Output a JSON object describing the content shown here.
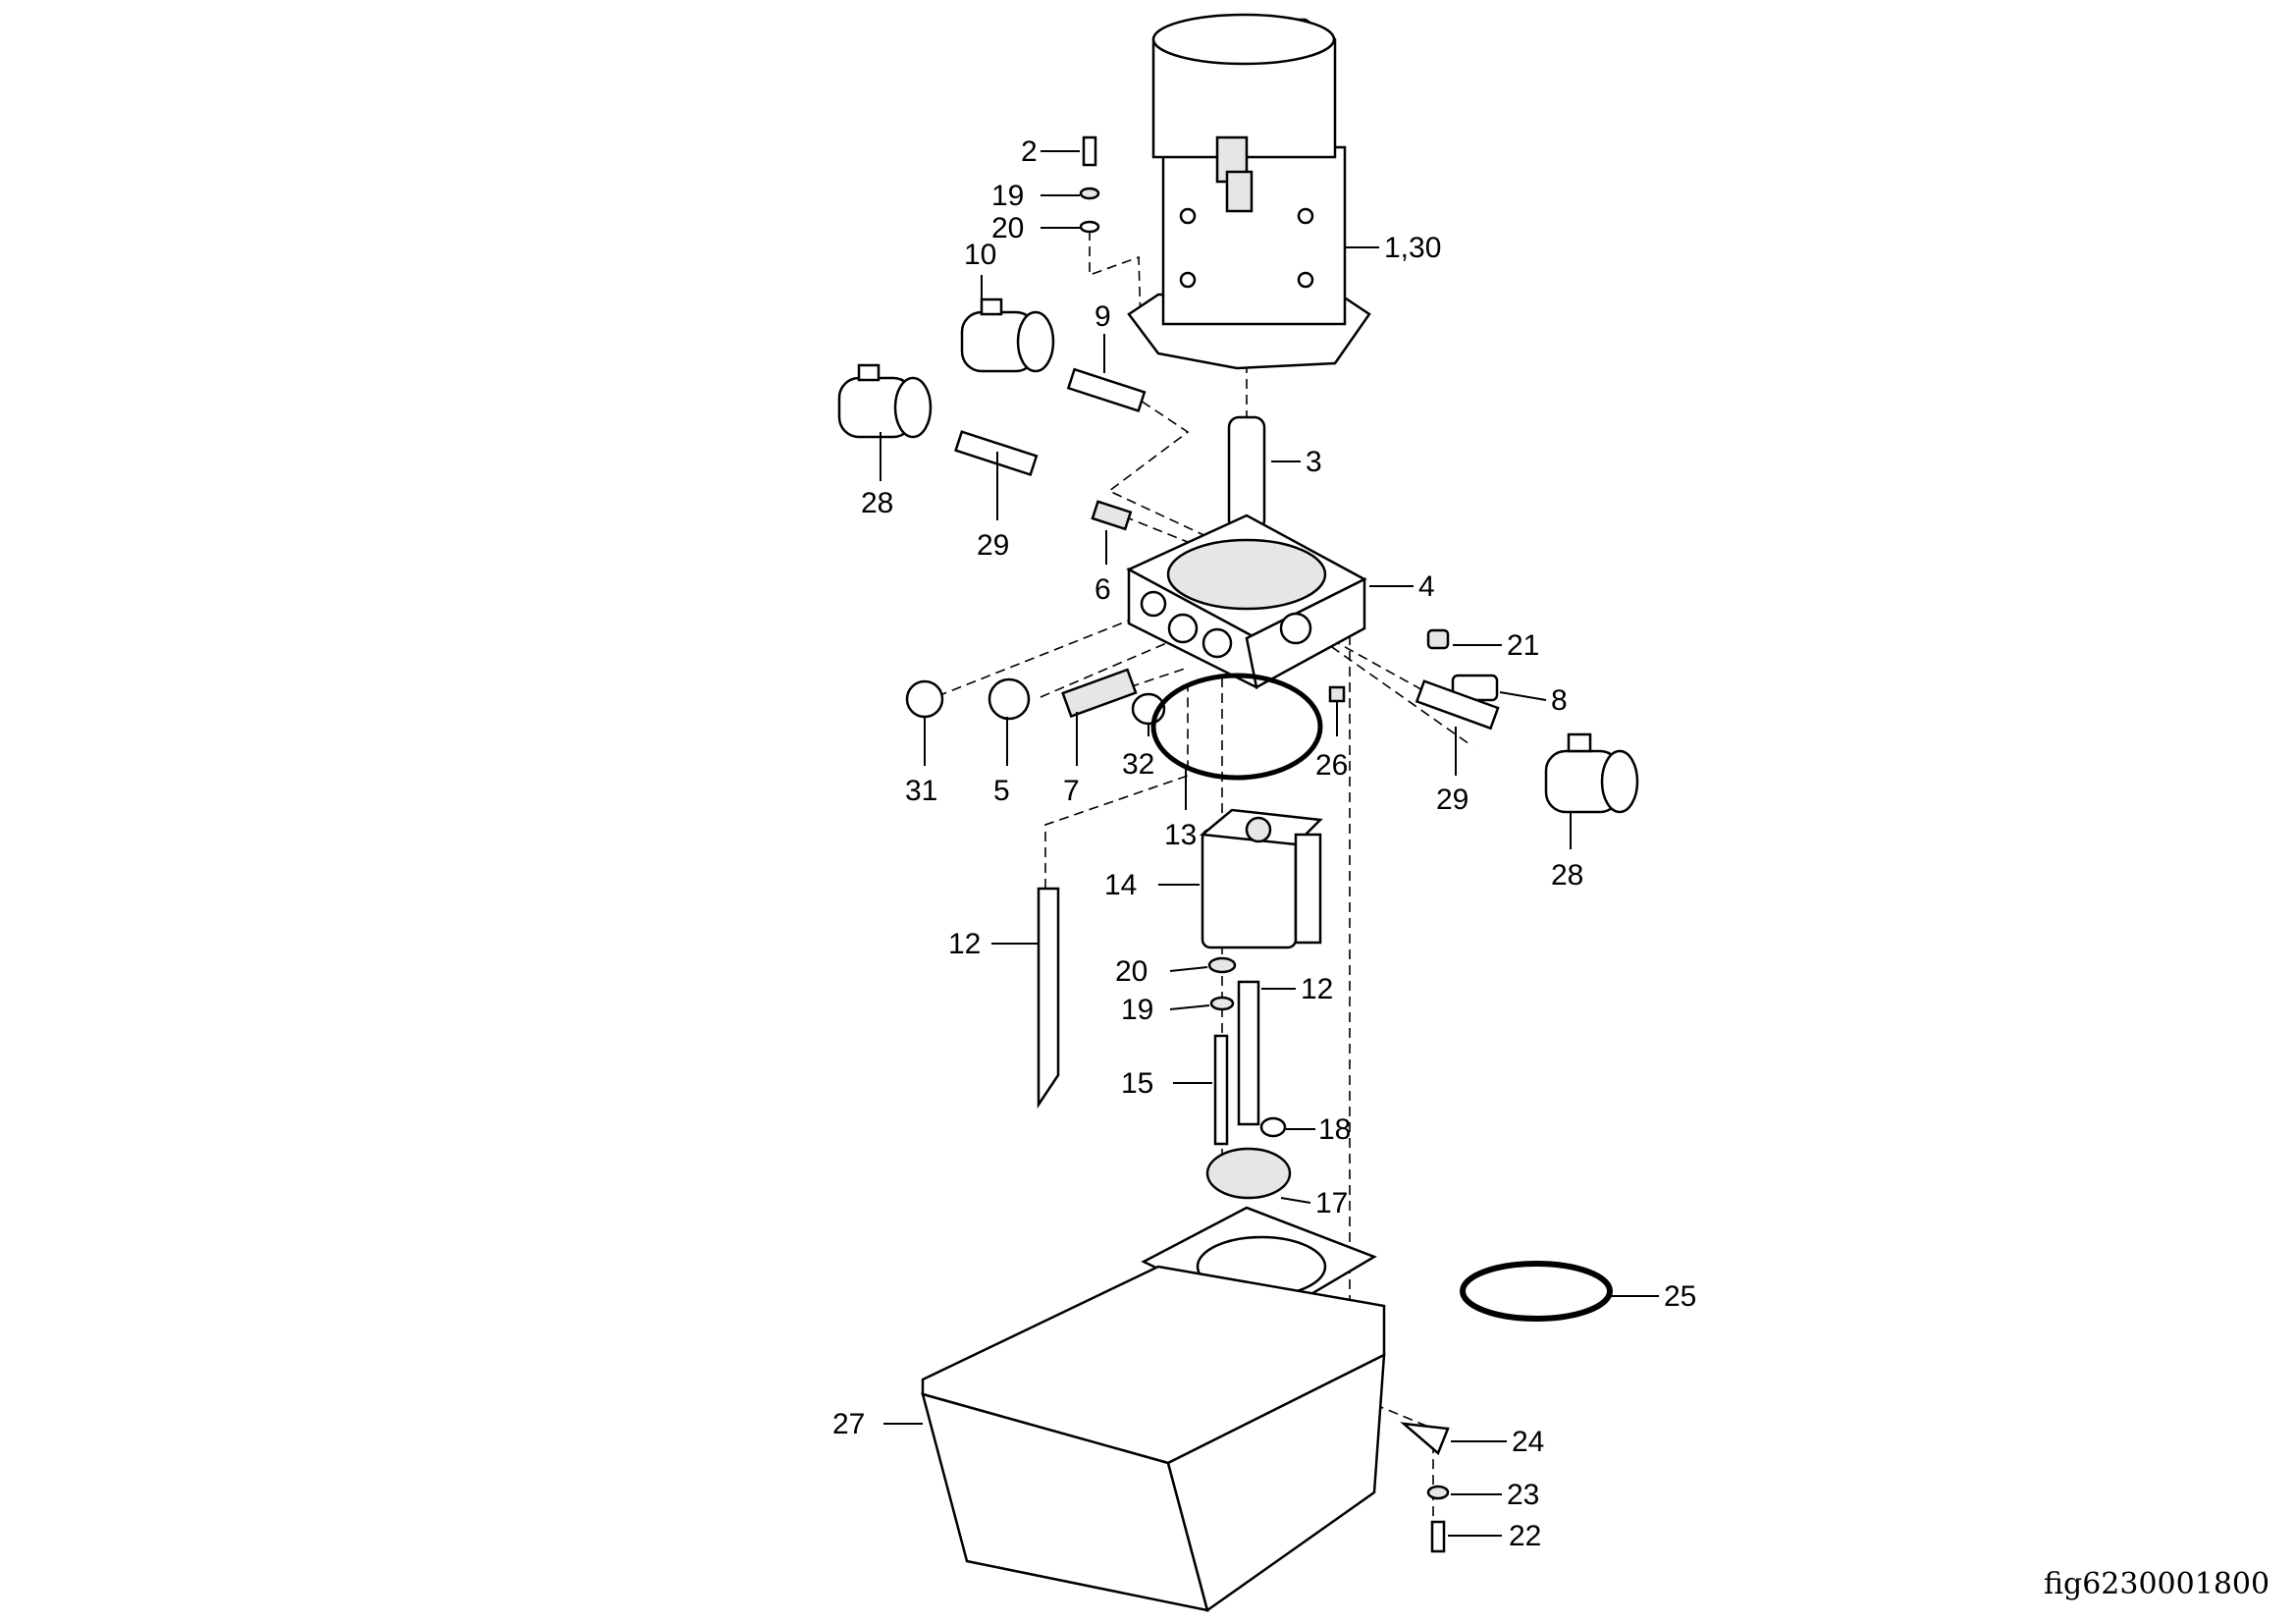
{
  "figure_id": "fig6230001800",
  "callouts": [
    {
      "id": "2"
    },
    {
      "id": "19"
    },
    {
      "id": "20"
    },
    {
      "id": "10"
    },
    {
      "id": "9"
    },
    {
      "id": "1,30"
    },
    {
      "id": "28"
    },
    {
      "id": "29"
    },
    {
      "id": "3"
    },
    {
      "id": "6"
    },
    {
      "id": "4"
    },
    {
      "id": "21"
    },
    {
      "id": "8"
    },
    {
      "id": "31"
    },
    {
      "id": "5"
    },
    {
      "id": "7"
    },
    {
      "id": "32"
    },
    {
      "id": "26"
    },
    {
      "id": "29"
    },
    {
      "id": "28"
    },
    {
      "id": "13"
    },
    {
      "id": "14"
    },
    {
      "id": "12"
    },
    {
      "id": "20"
    },
    {
      "id": "12"
    },
    {
      "id": "19"
    },
    {
      "id": "15"
    },
    {
      "id": "18"
    },
    {
      "id": "17"
    },
    {
      "id": "25"
    },
    {
      "id": "27"
    },
    {
      "id": "24"
    },
    {
      "id": "23"
    },
    {
      "id": "22"
    }
  ]
}
